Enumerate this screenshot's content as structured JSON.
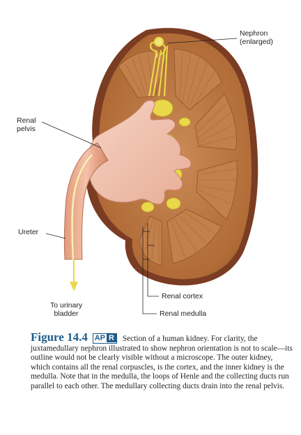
{
  "labels": {
    "nephron": "Nephron\n(enlarged)",
    "renal_pelvis": "Renal\npelvis",
    "ureter": "Ureter",
    "to_bladder": "To urinary\nbladder",
    "renal_cortex": "Renal cortex",
    "renal_medulla": "Renal medulla"
  },
  "caption": {
    "figure_number": "Figure 14.4",
    "badge_ap": "AP",
    "badge_r": "R",
    "text": "Section of a human kidney. For clarity, the juxtamedullary nephron illustrated to show nephron orientation is not to scale—its outline would not be clearly visible without a microscope. The outer kidney, which contains all the renal corpuscles, is the cortex, and the inner kidney is the medulla. Note that in the medulla, the loops of Henle and the collecting ducts run parallel to each other. The medullary collecting ducts drain into the renal pelvis."
  },
  "colors": {
    "capsule": "#7a3c22",
    "cortex": "#b5703d",
    "medulla": "#c98a55",
    "pelvis": "#f0c4b2",
    "fat": "#e8d84a",
    "caption_accent": "#1f5c8a"
  }
}
